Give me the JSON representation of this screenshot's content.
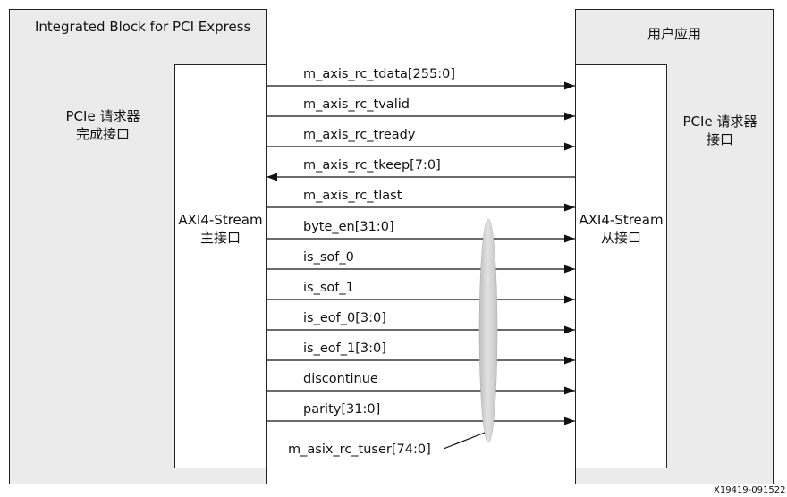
{
  "left_block": {
    "title": "Integrated Block for PCI Express",
    "interface_line1": "PCIe 请求器",
    "interface_line2": "完成接口",
    "stream_line1": "AXI4-Stream",
    "stream_line2": "主接口"
  },
  "right_block": {
    "title": "用户应用",
    "interface_line1": "PCIe 请求器",
    "interface_line2": "接口",
    "stream_line1": "AXI4-Stream",
    "stream_line2": "从接口"
  },
  "signals": [
    {
      "name": "m_axis_rc_tdata[255:0]",
      "direction": "right"
    },
    {
      "name": "m_axis_rc_tvalid",
      "direction": "right"
    },
    {
      "name": "m_axis_rc_tready",
      "direction": "right"
    },
    {
      "name": "m_axis_rc_tkeep[7:0]",
      "direction": "left"
    },
    {
      "name": "m_axis_rc_tlast",
      "direction": "right"
    },
    {
      "name": "byte_en[31:0]",
      "direction": "right"
    },
    {
      "name": "is_sof_0",
      "direction": "right"
    },
    {
      "name": "is_sof_1",
      "direction": "right"
    },
    {
      "name": "is_eof_0[3:0]",
      "direction": "right"
    },
    {
      "name": "is_eof_1[3:0]",
      "direction": "right"
    },
    {
      "name": "discontinue",
      "direction": "right"
    },
    {
      "name": "parity[31:0]",
      "direction": "right"
    }
  ],
  "tuser_label": "m_asix_rc_tuser[74:0]",
  "figure_id": "X19419-091522"
}
